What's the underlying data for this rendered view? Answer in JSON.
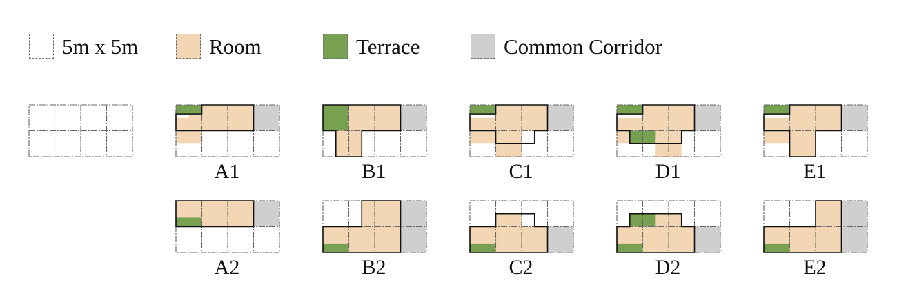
{
  "colors": {
    "room": "#f3d6b3",
    "terrace": "#77a150",
    "corridor": "#cfcfcf",
    "grid": "#666666",
    "outline": "#111111",
    "text": "#111111"
  },
  "legend": [
    {
      "key": "cell",
      "label": "5m x 5m",
      "fill": "#ffffff"
    },
    {
      "key": "room",
      "label": "Room",
      "fill": "#f3d6b3"
    },
    {
      "key": "terrace",
      "label": "Terrace",
      "fill": "#77a150"
    },
    {
      "key": "corridor",
      "label": "Common Corridor",
      "fill": "#cfcfcf"
    }
  ],
  "base_grid": {
    "cols": 4,
    "rows": 2
  },
  "plans": [
    {
      "label": "A1",
      "row": 0,
      "col": 0,
      "room": [
        [
          0.5,
          0
        ],
        [
          1,
          0
        ],
        [
          2,
          0
        ],
        [
          0,
          0.5
        ]
      ],
      "terrace": [
        [
          0,
          0
        ]
      ],
      "corridor": [
        [
          3,
          0
        ]
      ],
      "outline": [
        [
          0,
          0.35
        ],
        [
          1,
          0.35
        ],
        [
          1,
          0
        ],
        [
          3,
          0
        ],
        [
          3,
          1
        ],
        [
          0,
          1
        ]
      ]
    },
    {
      "label": "B1",
      "row": 0,
      "col": 1,
      "room": [
        [
          1,
          0
        ],
        [
          2,
          0
        ],
        [
          0.5,
          1
        ]
      ],
      "terrace": [
        [
          0,
          0
        ]
      ],
      "corridor": [
        [
          3,
          0
        ]
      ],
      "outline": [
        [
          0,
          0
        ],
        [
          3,
          0
        ],
        [
          3,
          1
        ],
        [
          1.5,
          1
        ],
        [
          1.5,
          2
        ],
        [
          0.5,
          2
        ],
        [
          0.5,
          1
        ],
        [
          0,
          1
        ]
      ]
    },
    {
      "label": "C1",
      "row": 0,
      "col": 2,
      "room": [
        [
          0,
          0.5
        ],
        [
          1,
          0
        ],
        [
          2,
          0
        ],
        [
          1,
          1
        ]
      ],
      "terrace": [
        [
          0,
          0
        ]
      ],
      "corridor": [
        [
          3,
          0
        ]
      ],
      "outline": [
        [
          0,
          0.35
        ],
        [
          1,
          0.35
        ],
        [
          1,
          0
        ],
        [
          3,
          0
        ],
        [
          3,
          1
        ],
        [
          2.5,
          1
        ],
        [
          2.5,
          1.5
        ],
        [
          1,
          1.5
        ],
        [
          1,
          1
        ],
        [
          0,
          1
        ]
      ]
    },
    {
      "label": "D1",
      "row": 0,
      "col": 3,
      "room": [
        [
          0,
          0.5
        ],
        [
          1,
          0
        ],
        [
          2,
          0
        ],
        [
          1.5,
          1
        ]
      ],
      "terrace": [
        [
          0,
          0
        ],
        [
          0.5,
          1
        ]
      ],
      "corridor": [
        [
          3,
          0
        ]
      ],
      "outline": [
        [
          0,
          0.35
        ],
        [
          1,
          0.35
        ],
        [
          1,
          0
        ],
        [
          3,
          0
        ],
        [
          3,
          1
        ],
        [
          2.5,
          1
        ],
        [
          2.5,
          1.5
        ],
        [
          0.5,
          1.5
        ],
        [
          0.5,
          1
        ],
        [
          0,
          1
        ]
      ]
    },
    {
      "label": "E1",
      "row": 0,
      "col": 4,
      "room": [
        [
          0,
          0.5
        ],
        [
          1,
          0
        ],
        [
          2,
          0
        ],
        [
          1,
          1
        ]
      ],
      "terrace": [
        [
          0,
          0
        ]
      ],
      "corridor": [
        [
          3,
          0
        ]
      ],
      "outline": [
        [
          0,
          0.35
        ],
        [
          1,
          0.35
        ],
        [
          1,
          0
        ],
        [
          3,
          0
        ],
        [
          3,
          1
        ],
        [
          2,
          1
        ],
        [
          2,
          2
        ],
        [
          1,
          2
        ],
        [
          1,
          1
        ],
        [
          0,
          1
        ]
      ]
    },
    {
      "label": "A2",
      "row": 1,
      "col": 0,
      "room": [
        [
          0,
          0
        ],
        [
          1,
          0
        ],
        [
          2,
          0
        ]
      ],
      "terrace": [
        [
          0,
          0.65
        ]
      ],
      "corridor": [
        [
          3,
          0
        ]
      ],
      "outline": [
        [
          0,
          0
        ],
        [
          3,
          0
        ],
        [
          3,
          1
        ],
        [
          0,
          1
        ]
      ]
    },
    {
      "label": "B2",
      "row": 1,
      "col": 1,
      "room": [
        [
          0,
          1
        ],
        [
          1,
          1
        ],
        [
          2,
          1
        ],
        [
          1.5,
          0
        ],
        [
          2,
          0
        ]
      ],
      "terrace": [
        [
          0,
          1.65
        ]
      ],
      "corridor": [
        [
          3,
          0
        ],
        [
          3,
          1
        ]
      ],
      "outline": [
        [
          1.5,
          0
        ],
        [
          3,
          0
        ],
        [
          3,
          2
        ],
        [
          0,
          2
        ],
        [
          0,
          1
        ],
        [
          1.5,
          1
        ]
      ]
    },
    {
      "label": "C2",
      "row": 1,
      "col": 2,
      "room": [
        [
          0,
          1
        ],
        [
          1,
          1
        ],
        [
          2,
          1
        ],
        [
          1,
          0.5
        ]
      ],
      "terrace": [
        [
          0,
          1.65
        ]
      ],
      "corridor": [
        [
          3,
          1
        ]
      ],
      "outline": [
        [
          1,
          0.5
        ],
        [
          2.5,
          0.5
        ],
        [
          2.5,
          1
        ],
        [
          3,
          1
        ],
        [
          3,
          2
        ],
        [
          0,
          2
        ],
        [
          0,
          1
        ],
        [
          1,
          1
        ]
      ]
    },
    {
      "label": "D2",
      "row": 1,
      "col": 3,
      "room": [
        [
          0,
          1
        ],
        [
          1,
          1
        ],
        [
          2,
          1
        ],
        [
          1.5,
          0.5
        ]
      ],
      "terrace": [
        [
          0.5,
          0.5
        ],
        [
          0,
          1.65
        ]
      ],
      "corridor": [
        [
          3,
          1
        ]
      ],
      "outline": [
        [
          0.5,
          0.5
        ],
        [
          2.5,
          0.5
        ],
        [
          2.5,
          1
        ],
        [
          3,
          1
        ],
        [
          3,
          2
        ],
        [
          0,
          2
        ],
        [
          0,
          1
        ],
        [
          0.5,
          1
        ]
      ]
    },
    {
      "label": "E2",
      "row": 1,
      "col": 4,
      "room": [
        [
          0,
          1
        ],
        [
          1,
          1
        ],
        [
          2,
          1
        ],
        [
          2,
          0
        ]
      ],
      "terrace": [
        [
          0,
          1.65
        ]
      ],
      "corridor": [
        [
          3,
          0
        ],
        [
          3,
          1
        ]
      ],
      "outline": [
        [
          2,
          0
        ],
        [
          3,
          0
        ],
        [
          3,
          2
        ],
        [
          0,
          2
        ],
        [
          0,
          1
        ],
        [
          2,
          1
        ]
      ]
    }
  ]
}
